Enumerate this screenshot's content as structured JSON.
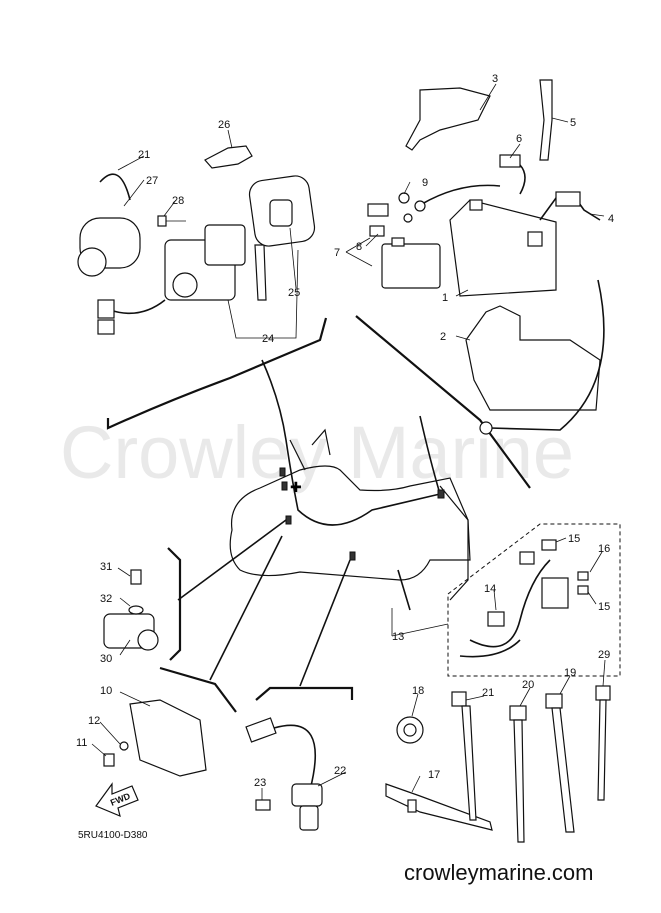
{
  "watermark": "Crowley Marine",
  "footer_url": "crowleymarine.com",
  "diagram_code": "5RU4100-D380",
  "fwd_label": "FWD",
  "callouts": [
    "1",
    "2",
    "3",
    "4",
    "5",
    "6",
    "7",
    "8",
    "9",
    "10",
    "11",
    "12",
    "13",
    "14",
    "15",
    "15",
    "16",
    "17",
    "18",
    "19",
    "20",
    "21",
    "21",
    "22",
    "23",
    "24",
    "25",
    "26",
    "27",
    "28",
    "29",
    "30",
    "31",
    "32"
  ]
}
